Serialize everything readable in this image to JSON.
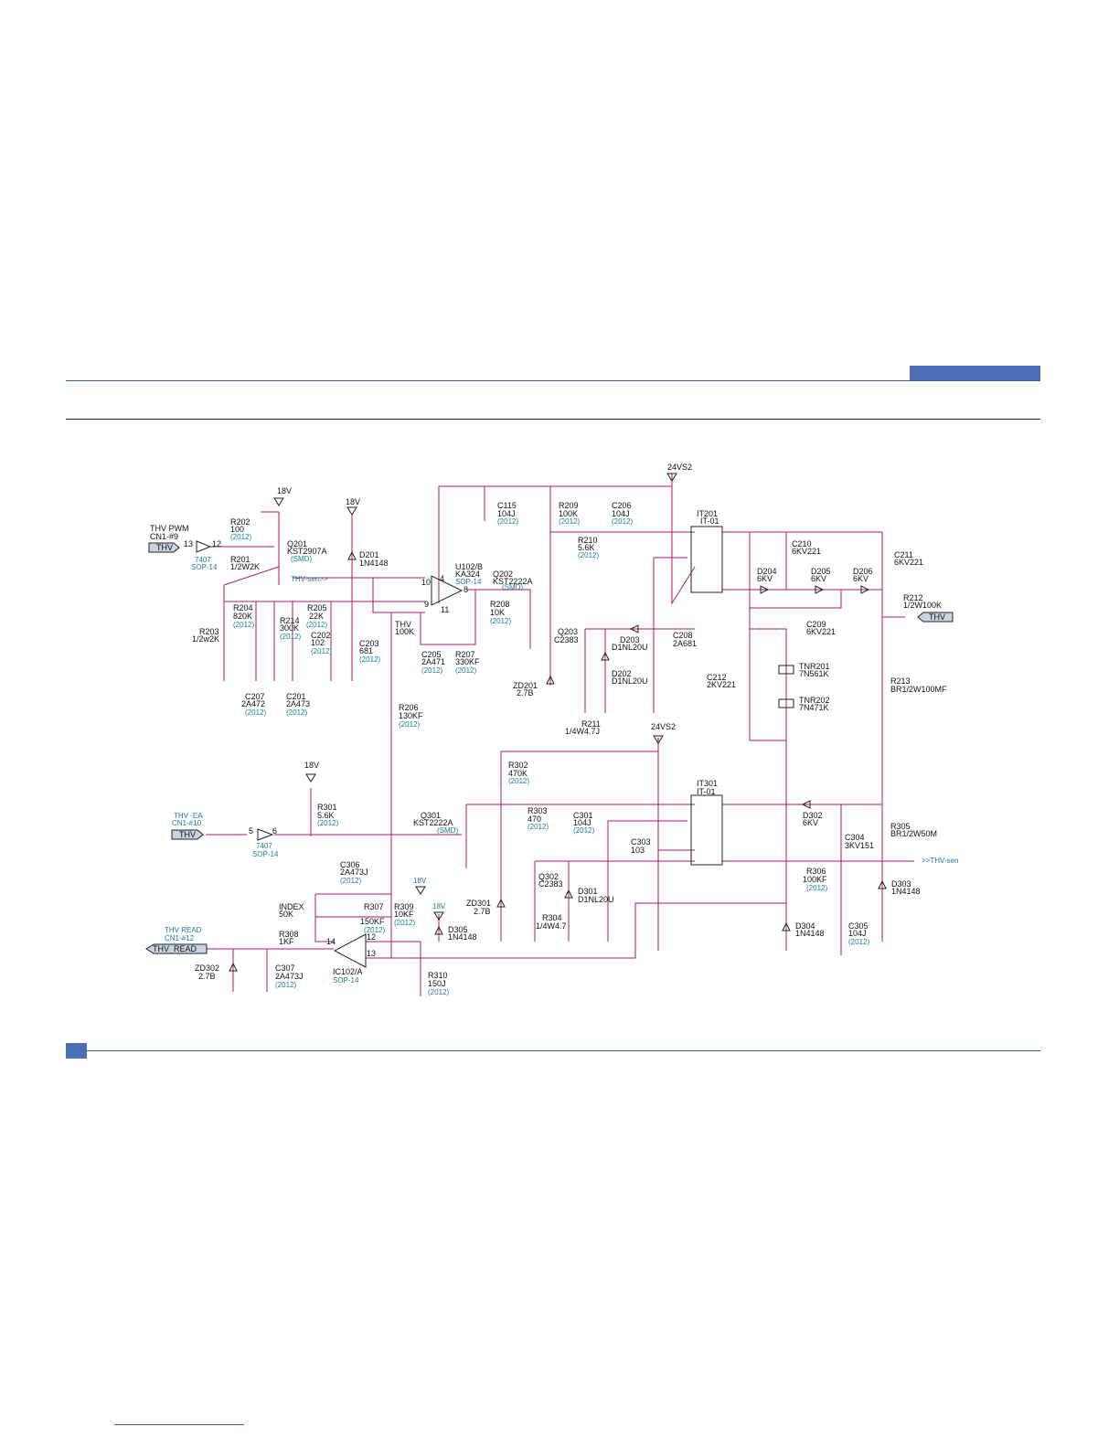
{
  "labels": [
    {
      "id": "lbl_24vs2_a",
      "t": "24VS2"
    },
    {
      "id": "lbl_18v_a",
      "t": "18V"
    },
    {
      "id": "lbl_18v_b",
      "t": "18V"
    },
    {
      "id": "lbl_thvpwm",
      "t": "THV PWM"
    },
    {
      "id": "lbl_cn19",
      "t": "CN1-#9"
    },
    {
      "id": "lbl_r202",
      "t": "R202"
    },
    {
      "id": "lbl_r202v",
      "t": "100"
    },
    {
      "id": "lbl_r202p",
      "t": "(2012)"
    },
    {
      "id": "lbl_q201",
      "t": "Q201"
    },
    {
      "id": "lbl_q201v",
      "t": "KST2907A"
    },
    {
      "id": "lbl_q201p",
      "t": "(SMD)"
    },
    {
      "id": "lbl_13",
      "t": "13"
    },
    {
      "id": "lbl_12",
      "t": "12"
    },
    {
      "id": "lbl_7407a",
      "t": "7407"
    },
    {
      "id": "lbl_sop14a",
      "t": "SOP-14"
    },
    {
      "id": "lbl_r201",
      "t": "R201"
    },
    {
      "id": "lbl_r201v",
      "t": "1/2W2K"
    },
    {
      "id": "lbl_d201",
      "t": "D201"
    },
    {
      "id": "lbl_d201v",
      "t": "1N4148"
    },
    {
      "id": "lbl_thvsen_a",
      "t": "THV-sen>>"
    },
    {
      "id": "lbl_u102b",
      "t": "U102/B"
    },
    {
      "id": "lbl_ka324",
      "t": "KA324"
    },
    {
      "id": "lbl_sop14b",
      "t": "SOP-14"
    },
    {
      "id": "lbl_p10",
      "t": "10"
    },
    {
      "id": "lbl_p4",
      "t": "4"
    },
    {
      "id": "lbl_p8",
      "t": "8"
    },
    {
      "id": "lbl_p9",
      "t": "9"
    },
    {
      "id": "lbl_p11",
      "t": "11"
    },
    {
      "id": "lbl_q202",
      "t": "Q202"
    },
    {
      "id": "lbl_q202v",
      "t": "KST2222A"
    },
    {
      "id": "lbl_q202p",
      "t": "(SMD)"
    },
    {
      "id": "lbl_c115",
      "t": "C115"
    },
    {
      "id": "lbl_c115v",
      "t": "104J"
    },
    {
      "id": "lbl_c115p",
      "t": "(2012)"
    },
    {
      "id": "lbl_r209",
      "t": "R209"
    },
    {
      "id": "lbl_r209v",
      "t": "100K"
    },
    {
      "id": "lbl_r209p",
      "t": "(2012)"
    },
    {
      "id": "lbl_c206",
      "t": "C206"
    },
    {
      "id": "lbl_c206v",
      "t": "104J"
    },
    {
      "id": "lbl_c206p",
      "t": "(2012)"
    },
    {
      "id": "lbl_r210",
      "t": "R210"
    },
    {
      "id": "lbl_r210v",
      "t": "5.6K"
    },
    {
      "id": "lbl_r210p",
      "t": "(2012)"
    },
    {
      "id": "lbl_it201",
      "t": "IT201"
    },
    {
      "id": "lbl_it01a",
      "t": "IT-01"
    },
    {
      "id": "lbl_c210",
      "t": "C210"
    },
    {
      "id": "lbl_c210v",
      "t": "6KV221"
    },
    {
      "id": "lbl_c211",
      "t": "C211"
    },
    {
      "id": "lbl_c211v",
      "t": "6KV221"
    },
    {
      "id": "lbl_d204",
      "t": "D204"
    },
    {
      "id": "lbl_d204v",
      "t": "6KV"
    },
    {
      "id": "lbl_d205",
      "t": "D205"
    },
    {
      "id": "lbl_d205v",
      "t": "6KV"
    },
    {
      "id": "lbl_d206",
      "t": "D206"
    },
    {
      "id": "lbl_d206v",
      "t": "6KV"
    },
    {
      "id": "lbl_r212",
      "t": "R212"
    },
    {
      "id": "lbl_r212v",
      "t": "1/2W100K"
    },
    {
      "id": "lbl_c209",
      "t": "C209"
    },
    {
      "id": "lbl_c209v",
      "t": "6KV221"
    },
    {
      "id": "lbl_r204",
      "t": "R204"
    },
    {
      "id": "lbl_r204v",
      "t": "820K"
    },
    {
      "id": "lbl_r204p",
      "t": "(2012)"
    },
    {
      "id": "lbl_r205",
      "t": "R205"
    },
    {
      "id": "lbl_r205v",
      "t": "22K"
    },
    {
      "id": "lbl_r205p",
      "t": "(2012)"
    },
    {
      "id": "lbl_r214",
      "t": "R214"
    },
    {
      "id": "lbl_r214v",
      "t": "300K"
    },
    {
      "id": "lbl_r214p",
      "t": "(2012)"
    },
    {
      "id": "lbl_r203",
      "t": "R203"
    },
    {
      "id": "lbl_r203v",
      "t": "1/2w2K"
    },
    {
      "id": "lbl_c202",
      "t": "C202"
    },
    {
      "id": "lbl_c202v",
      "t": "102"
    },
    {
      "id": "lbl_c202p",
      "t": "(2012)"
    },
    {
      "id": "lbl_c203",
      "t": "C203"
    },
    {
      "id": "lbl_c203v",
      "t": "681"
    },
    {
      "id": "lbl_c203p",
      "t": "(2012)"
    },
    {
      "id": "lbl_thv100",
      "t": "THV"
    },
    {
      "id": "lbl_thv100v",
      "t": "100K"
    },
    {
      "id": "lbl_r208",
      "t": "R208"
    },
    {
      "id": "lbl_r208v",
      "t": "10K"
    },
    {
      "id": "lbl_r208p",
      "t": "(2012)"
    },
    {
      "id": "lbl_c205",
      "t": "C205"
    },
    {
      "id": "lbl_c205v",
      "t": "2A471"
    },
    {
      "id": "lbl_c205p",
      "t": "(2012)"
    },
    {
      "id": "lbl_r207",
      "t": "R207"
    },
    {
      "id": "lbl_r207v",
      "t": "330KF"
    },
    {
      "id": "lbl_r207p",
      "t": "(2012)"
    },
    {
      "id": "lbl_q203",
      "t": "Q203"
    },
    {
      "id": "lbl_q203v",
      "t": "C2383"
    },
    {
      "id": "lbl_d203",
      "t": "D203"
    },
    {
      "id": "lbl_d203v",
      "t": "D1NL20U"
    },
    {
      "id": "lbl_d202",
      "t": "D202"
    },
    {
      "id": "lbl_d202v",
      "t": "D1NL20U"
    },
    {
      "id": "lbl_c208",
      "t": "C208"
    },
    {
      "id": "lbl_c208v",
      "t": "2A681"
    },
    {
      "id": "lbl_c212",
      "t": "C212"
    },
    {
      "id": "lbl_c212v",
      "t": "2KV221"
    },
    {
      "id": "lbl_tnr201",
      "t": "TNR201"
    },
    {
      "id": "lbl_tnr201v",
      "t": "7N561K"
    },
    {
      "id": "lbl_tnr202",
      "t": "TNR202"
    },
    {
      "id": "lbl_tnr202v",
      "t": "7N471K"
    },
    {
      "id": "lbl_r213",
      "t": "R213"
    },
    {
      "id": "lbl_r213v",
      "t": "BR1/2W100MF"
    },
    {
      "id": "lbl_zd201",
      "t": "ZD201"
    },
    {
      "id": "lbl_zd201v",
      "t": "2.7B"
    },
    {
      "id": "lbl_r211",
      "t": "R211"
    },
    {
      "id": "lbl_r211v",
      "t": "1/4W4.7J"
    },
    {
      "id": "lbl_c207",
      "t": "C207"
    },
    {
      "id": "lbl_c207v",
      "t": "2A472"
    },
    {
      "id": "lbl_c207p",
      "t": "(2012)"
    },
    {
      "id": "lbl_c201",
      "t": "C201"
    },
    {
      "id": "lbl_c201v",
      "t": "2A473"
    },
    {
      "id": "lbl_c201p",
      "t": "(2012)"
    },
    {
      "id": "lbl_r206",
      "t": "R206"
    },
    {
      "id": "lbl_r206v",
      "t": "130KF"
    },
    {
      "id": "lbl_r206p",
      "t": "(2012)"
    },
    {
      "id": "lbl_24vs2_b",
      "t": "24VS2"
    },
    {
      "id": "lbl_r302",
      "t": "R302"
    },
    {
      "id": "lbl_r302v",
      "t": "470K"
    },
    {
      "id": "lbl_r302p",
      "t": "(2012)"
    },
    {
      "id": "lbl_18v_c",
      "t": "18V"
    },
    {
      "id": "lbl_r301",
      "t": "R301"
    },
    {
      "id": "lbl_r301v",
      "t": "5.6K"
    },
    {
      "id": "lbl_r301p",
      "t": "(2012)"
    },
    {
      "id": "lbl_thvea",
      "t": "THV -EA"
    },
    {
      "id": "lbl_cn110",
      "t": "CN1-#10"
    },
    {
      "id": "lbl_5",
      "t": "5"
    },
    {
      "id": "lbl_6",
      "t": "6"
    },
    {
      "id": "lbl_7407b",
      "t": "7407"
    },
    {
      "id": "lbl_sop14c",
      "t": "SOP-14"
    },
    {
      "id": "lbl_q301",
      "t": "Q301"
    },
    {
      "id": "lbl_q301v",
      "t": "KST2222A"
    },
    {
      "id": "lbl_q301p",
      "t": "(SMD)"
    },
    {
      "id": "lbl_r303",
      "t": "R303"
    },
    {
      "id": "lbl_r303v",
      "t": "470"
    },
    {
      "id": "lbl_r303p",
      "t": "(2012)"
    },
    {
      "id": "lbl_c301",
      "t": "C301"
    },
    {
      "id": "lbl_c301v",
      "t": "104J"
    },
    {
      "id": "lbl_c301p",
      "t": "(2012)"
    },
    {
      "id": "lbl_c303",
      "t": "C303"
    },
    {
      "id": "lbl_c303v",
      "t": "103"
    },
    {
      "id": "lbl_it301",
      "t": "IT301"
    },
    {
      "id": "lbl_it01b",
      "t": "IT-01"
    },
    {
      "id": "lbl_d302",
      "t": "D302"
    },
    {
      "id": "lbl_d302v",
      "t": "6KV"
    },
    {
      "id": "lbl_c304",
      "t": "C304"
    },
    {
      "id": "lbl_c304v",
      "t": "3KV151"
    },
    {
      "id": "lbl_r305",
      "t": "R305"
    },
    {
      "id": "lbl_r305v",
      "t": "BR1/2W50M"
    },
    {
      "id": "lbl_thvsen_b",
      "t": ">>THV-sen"
    },
    {
      "id": "lbl_c306",
      "t": "C306"
    },
    {
      "id": "lbl_c306v",
      "t": "2A473J"
    },
    {
      "id": "lbl_c306p",
      "t": "(2012)"
    },
    {
      "id": "lbl_18v_d",
      "t": "18V"
    },
    {
      "id": "lbl_18v_e",
      "t": "18V"
    },
    {
      "id": "lbl_index",
      "t": "INDEX"
    },
    {
      "id": "lbl_indexv",
      "t": "50K"
    },
    {
      "id": "lbl_r307",
      "t": "R307"
    },
    {
      "id": "lbl_r307v",
      "t": "150KF"
    },
    {
      "id": "lbl_r307p",
      "t": "(2012)"
    },
    {
      "id": "lbl_r309",
      "t": "R309"
    },
    {
      "id": "lbl_r309v",
      "t": "10KF"
    },
    {
      "id": "lbl_r309p",
      "t": "(2012)"
    },
    {
      "id": "lbl_q302",
      "t": "Q302"
    },
    {
      "id": "lbl_q302v",
      "t": "C2383"
    },
    {
      "id": "lbl_d301",
      "t": "D301"
    },
    {
      "id": "lbl_d301v",
      "t": "D1NL20U"
    },
    {
      "id": "lbl_zd301",
      "t": "ZD301"
    },
    {
      "id": "lbl_zd301v",
      "t": "2.7B"
    },
    {
      "id": "lbl_r304",
      "t": "R304"
    },
    {
      "id": "lbl_r304v",
      "t": "1/4W4.7"
    },
    {
      "id": "lbl_d305",
      "t": "D305"
    },
    {
      "id": "lbl_d305v",
      "t": "1N4148"
    },
    {
      "id": "lbl_r306",
      "t": "R306"
    },
    {
      "id": "lbl_r306v",
      "t": "100KF"
    },
    {
      "id": "lbl_r306p",
      "t": "(2012)"
    },
    {
      "id": "lbl_d303",
      "t": "D303"
    },
    {
      "id": "lbl_d303v",
      "t": "1N4148"
    },
    {
      "id": "lbl_d304",
      "t": "D304"
    },
    {
      "id": "lbl_d304v",
      "t": "1N4148"
    },
    {
      "id": "lbl_c305",
      "t": "C305"
    },
    {
      "id": "lbl_c305v",
      "t": "104J"
    },
    {
      "id": "lbl_c305p",
      "t": "(2012)"
    },
    {
      "id": "lbl_thvread",
      "t": "THV READ"
    },
    {
      "id": "lbl_cn112",
      "t": "CN1-#12"
    },
    {
      "id": "lbl_r308",
      "t": "R308"
    },
    {
      "id": "lbl_r308v",
      "t": "1KF"
    },
    {
      "id": "lbl_p14",
      "t": "14"
    },
    {
      "id": "lbl_p12",
      "t": "12"
    },
    {
      "id": "lbl_p13b",
      "t": "13"
    },
    {
      "id": "lbl_ic102a",
      "t": "IC102/A"
    },
    {
      "id": "lbl_sop14d",
      "t": "SOP-14"
    },
    {
      "id": "lbl_zd302",
      "t": "ZD302"
    },
    {
      "id": "lbl_zd302v",
      "t": "2.7B"
    },
    {
      "id": "lbl_c307",
      "t": "C307"
    },
    {
      "id": "lbl_c307v",
      "t": "2A473J"
    },
    {
      "id": "lbl_c307p",
      "t": "(2012)"
    },
    {
      "id": "lbl_r310",
      "t": "R310"
    },
    {
      "id": "lbl_r310v",
      "t": "150J"
    },
    {
      "id": "lbl_r310p",
      "t": "(2012)"
    }
  ],
  "ports": {
    "thv_pwm": "THV",
    "thv_ea": "THV",
    "thv_read": "THV_READ",
    "thv_out": "THV"
  },
  "colors": {
    "wire": "#b01a6a",
    "accent": "#4a6fb5",
    "secondary_text": "#1a7a9a",
    "port_fill": "#c8d4e0"
  }
}
